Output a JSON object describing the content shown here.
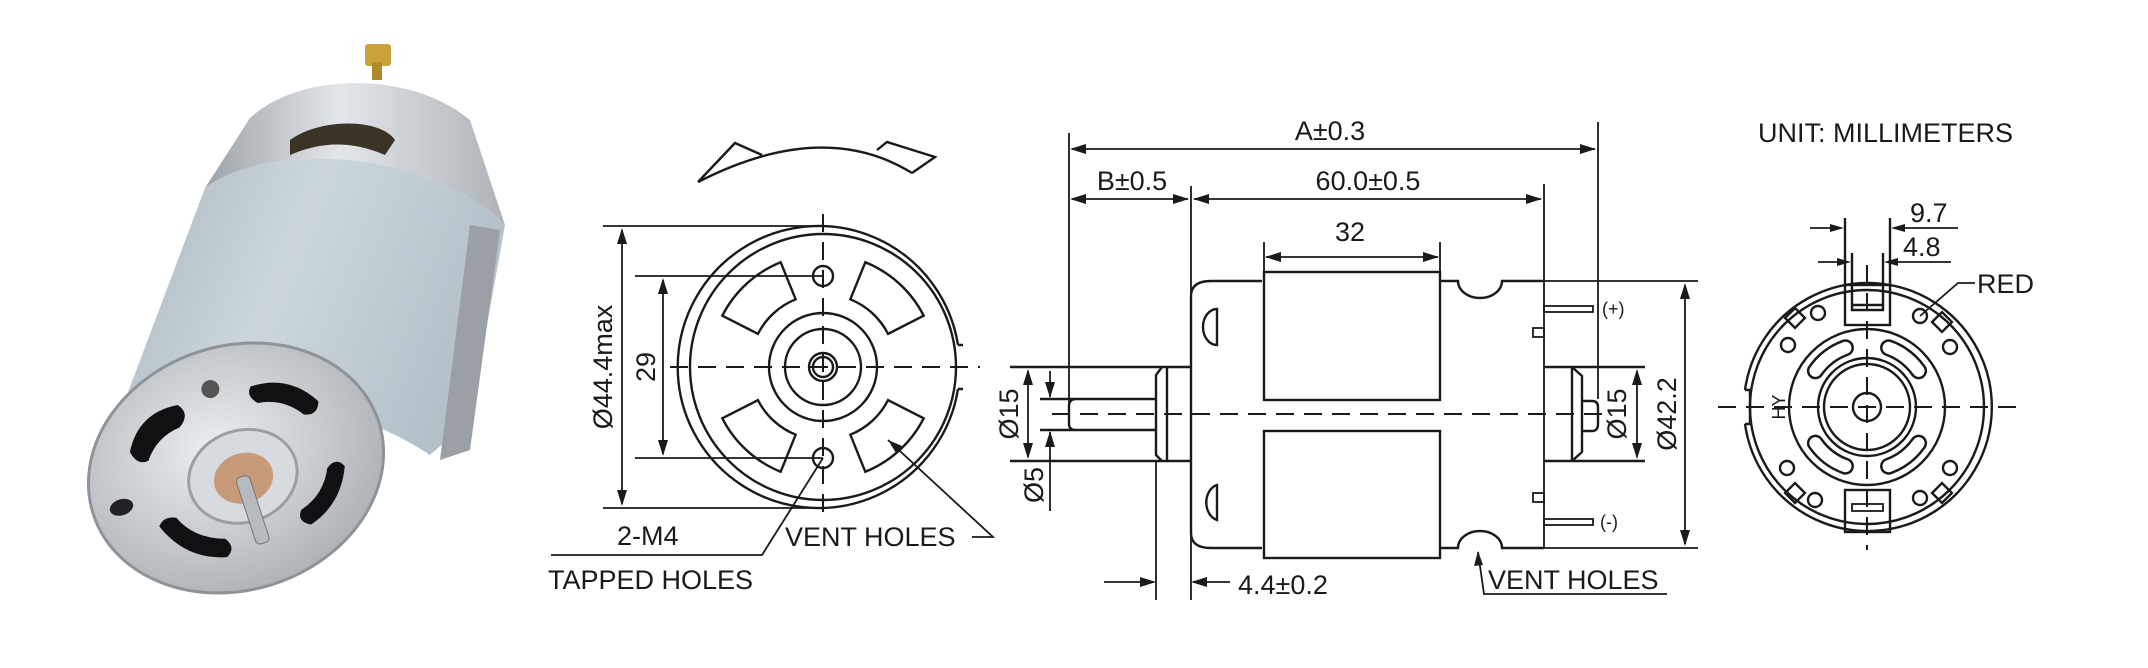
{
  "unit_label": "UNIT: MILLIMETERS",
  "front_view": {
    "dia_outer": "Ø44.4max",
    "hole_spacing": "29",
    "thread_label": "2-M4",
    "tapped_label": "TAPPED HOLES",
    "vent_label": "VENT HOLES"
  },
  "side_view": {
    "overall_length": "A±0.3",
    "shaft_length": "B±0.5",
    "body_length": "60.0±0.5",
    "magnet_length": "32",
    "flange_dia_front": "Ø15",
    "shaft_dia": "Ø5",
    "flange_dia_rear": "Ø15",
    "body_dia": "Ø42.2",
    "flange_thickness": "4.4±0.2",
    "terminal_positive": "(+)",
    "terminal_negative": "(-)",
    "vent_label": "VENT HOLES"
  },
  "end_view": {
    "terminal_outer": "9.7",
    "terminal_inner": "4.8",
    "red_label": "RED",
    "marking": "HY"
  },
  "colors": {
    "line": "#1a1a1a",
    "can": "#c9ced3",
    "band": "#b9c6cf",
    "terminal": "#c9a23a",
    "bushing": "#c79a7a"
  }
}
